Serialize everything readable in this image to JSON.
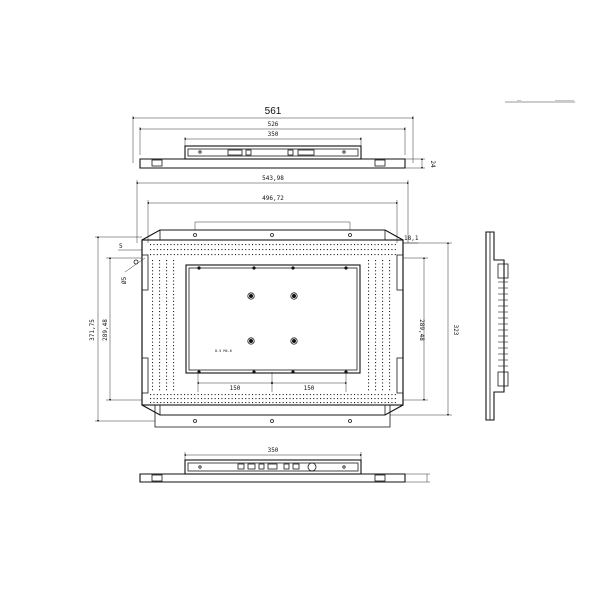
{
  "dims": {
    "top_overall": "561",
    "top_mid": "526",
    "top_inner": "350",
    "top_height": "24",
    "front_width": "543,98",
    "front_inner": "496,72",
    "front_small": "5",
    "front_corner": "18,1",
    "front_hole": "Ø5",
    "front_left_outer": "371,75",
    "front_left_inner": "289,48",
    "front_right_inner": "289,48",
    "front_right_outer": "323",
    "vesa_left": "150",
    "vesa_right": "150",
    "bottom_inner": "350"
  },
  "labels": {
    "screw_note": "8-5 M4-6",
    "title_block_left": "——",
    "title_block_right": "—————————"
  }
}
